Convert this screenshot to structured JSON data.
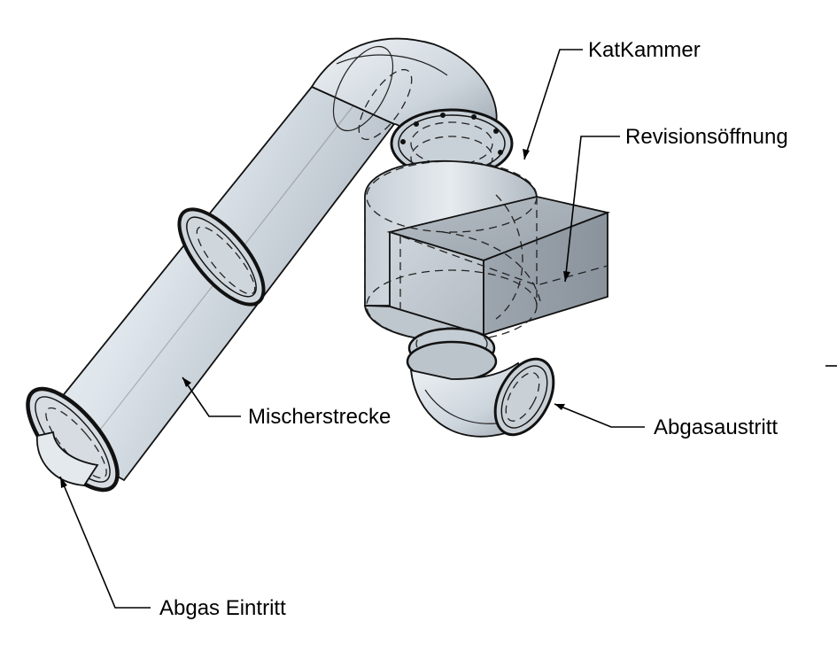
{
  "diagram": {
    "labels": {
      "katkammer": "KatKammer",
      "revision": "Revisionsöffnung",
      "mischer": "Mischerstrecke",
      "abgasaustritt": "Abgasaustritt",
      "abgas_eintritt": "Abgas Eintritt"
    },
    "colors": {
      "metal_light": "#e3e9ee",
      "metal_mid": "#b8c2cc",
      "metal_dark": "#8a949e",
      "flange": "#1a1a1a",
      "line": "#000000"
    }
  }
}
